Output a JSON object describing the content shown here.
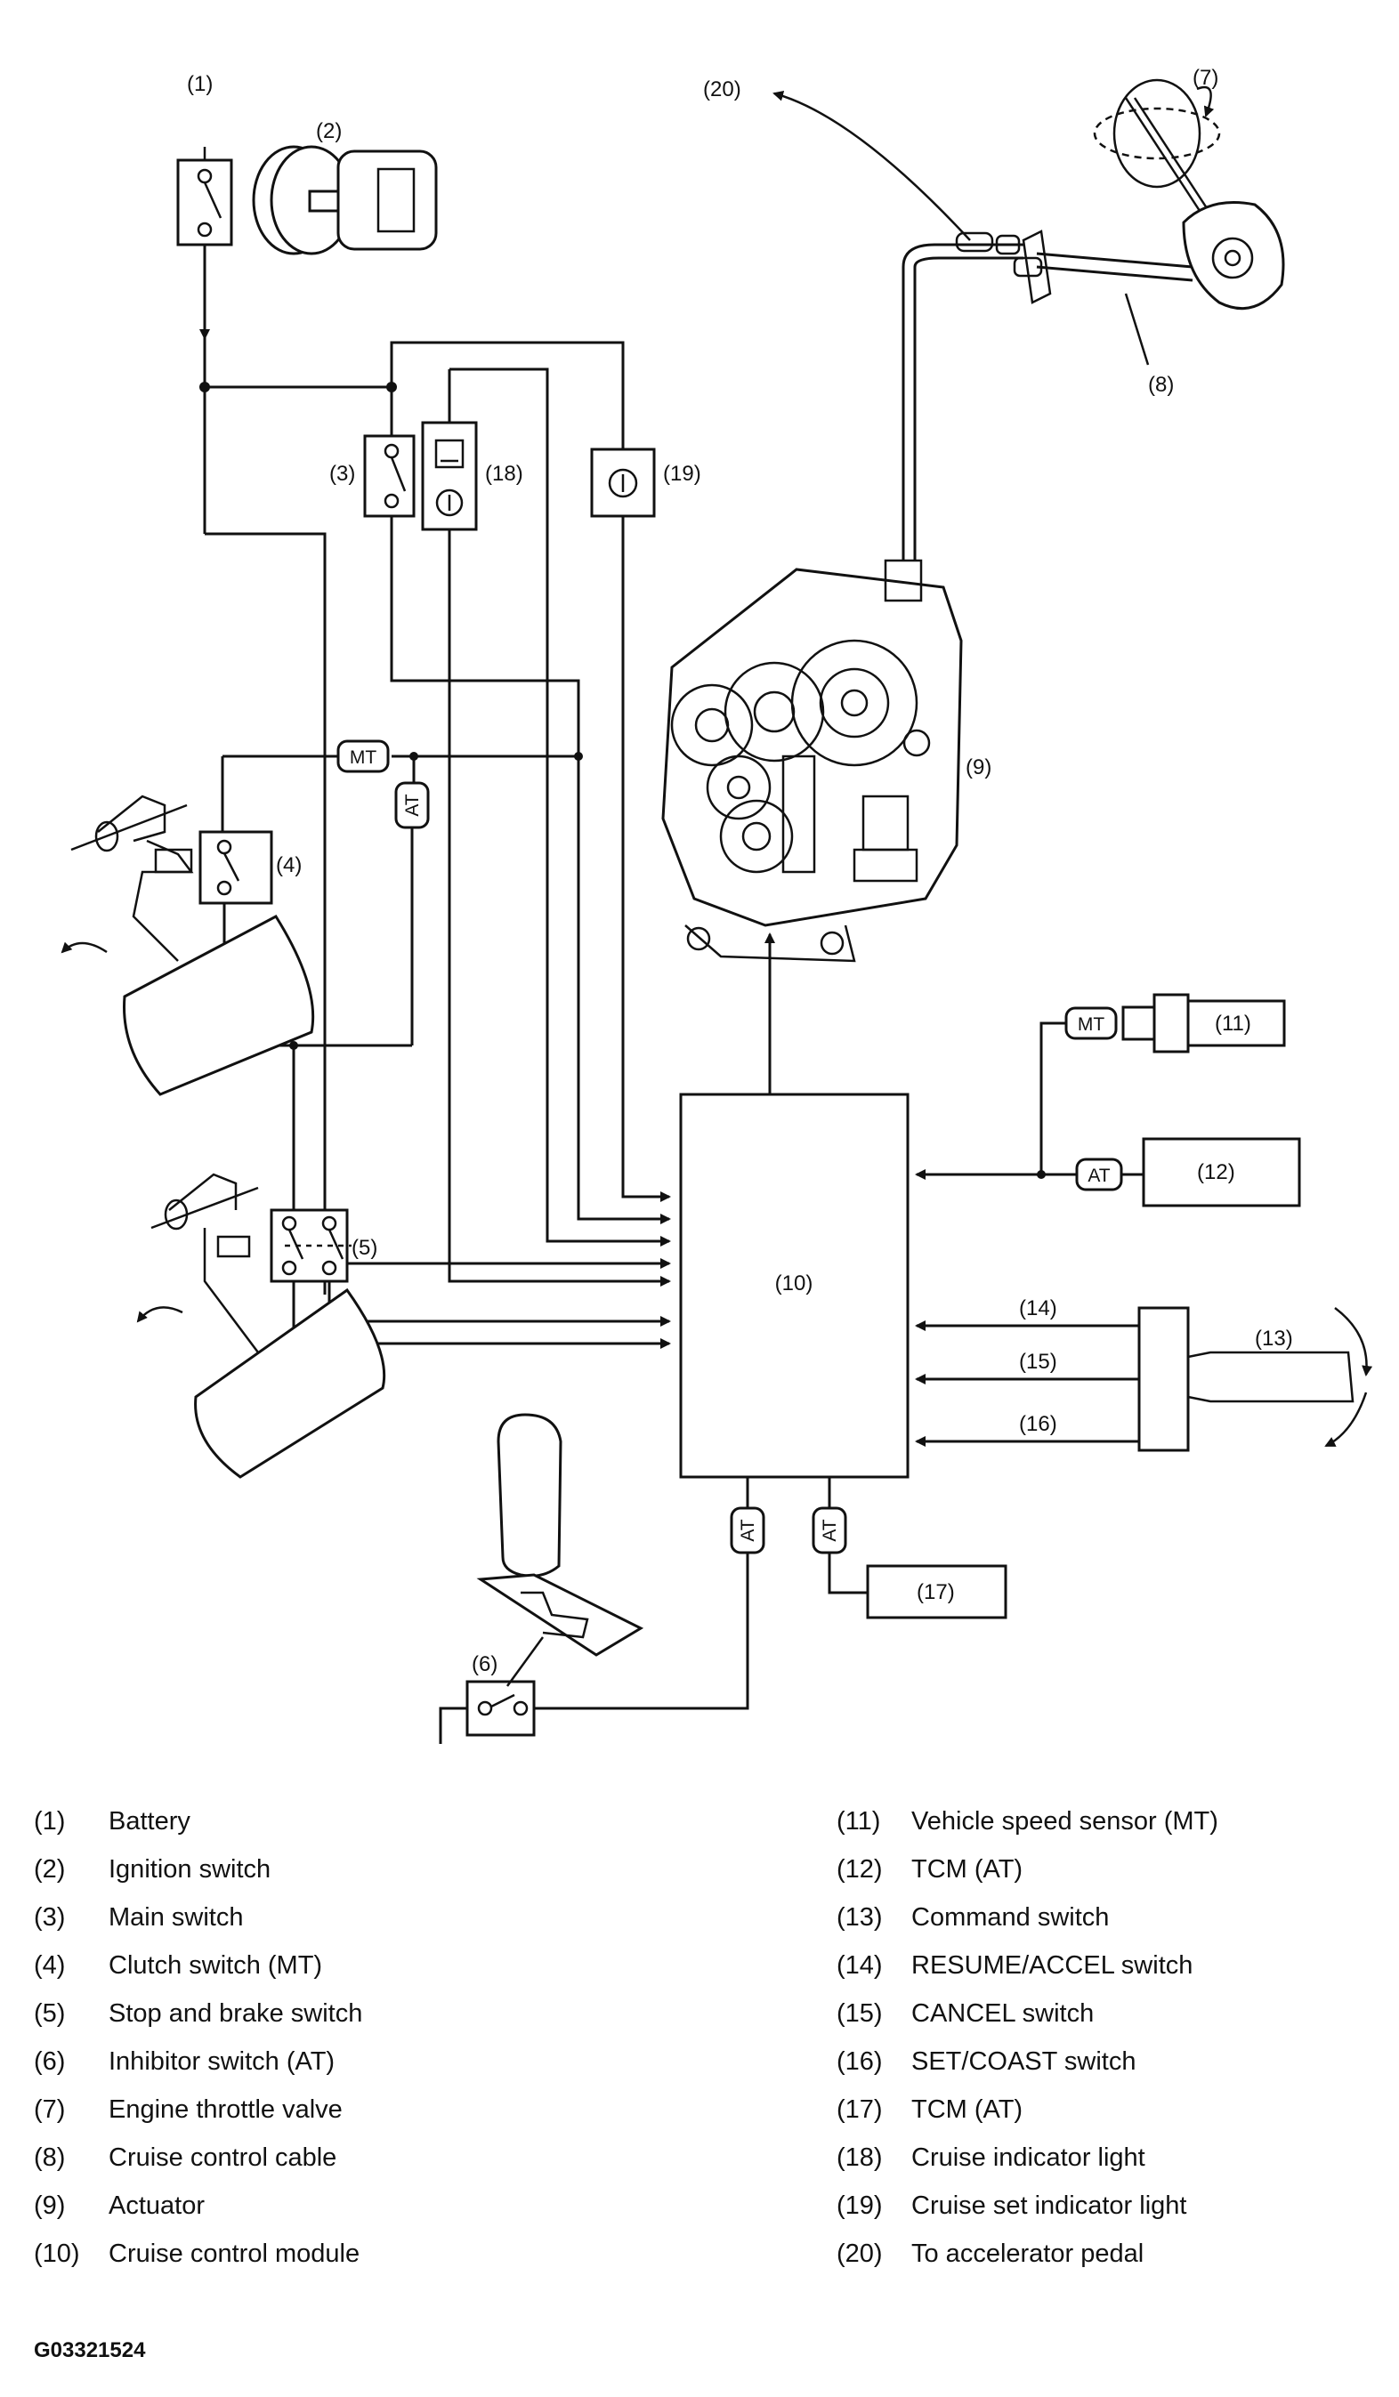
{
  "callouts": {
    "c1": "(1)",
    "c2": "(2)",
    "c3": "(3)",
    "c4": "(4)",
    "c5": "(5)",
    "c6": "(6)",
    "c7": "(7)",
    "c8": "(8)",
    "c9": "(9)",
    "c10": "(10)",
    "c11": "(11)",
    "c12": "(12)",
    "c13": "(13)",
    "c14": "(14)",
    "c15": "(15)",
    "c16": "(16)",
    "c17": "(17)",
    "c18": "(18)",
    "c19": "(19)",
    "c20": "(20)"
  },
  "tags": {
    "mt": "MT",
    "at": "AT"
  },
  "legend": {
    "left": [
      {
        "num": "(1)",
        "label": "Battery"
      },
      {
        "num": "(2)",
        "label": "Ignition switch"
      },
      {
        "num": "(3)",
        "label": "Main switch"
      },
      {
        "num": "(4)",
        "label": "Clutch switch (MT)"
      },
      {
        "num": "(5)",
        "label": "Stop and brake switch"
      },
      {
        "num": "(6)",
        "label": "Inhibitor switch (AT)"
      },
      {
        "num": "(7)",
        "label": "Engine throttle valve"
      },
      {
        "num": "(8)",
        "label": "Cruise control cable"
      },
      {
        "num": "(9)",
        "label": "Actuator"
      },
      {
        "num": "(10)",
        "label": "Cruise control module"
      }
    ],
    "right": [
      {
        "num": "(11)",
        "label": "Vehicle speed sensor (MT)"
      },
      {
        "num": "(12)",
        "label": "TCM (AT)"
      },
      {
        "num": "(13)",
        "label": "Command switch"
      },
      {
        "num": "(14)",
        "label": "RESUME/ACCEL switch"
      },
      {
        "num": "(15)",
        "label": "CANCEL switch"
      },
      {
        "num": "(16)",
        "label": "SET/COAST switch"
      },
      {
        "num": "(17)",
        "label": "TCM (AT)"
      },
      {
        "num": "(18)",
        "label": "Cruise indicator light"
      },
      {
        "num": "(19)",
        "label": "Cruise set indicator light"
      },
      {
        "num": "(20)",
        "label": "To accelerator pedal"
      }
    ]
  },
  "figure_code": "G03321524"
}
